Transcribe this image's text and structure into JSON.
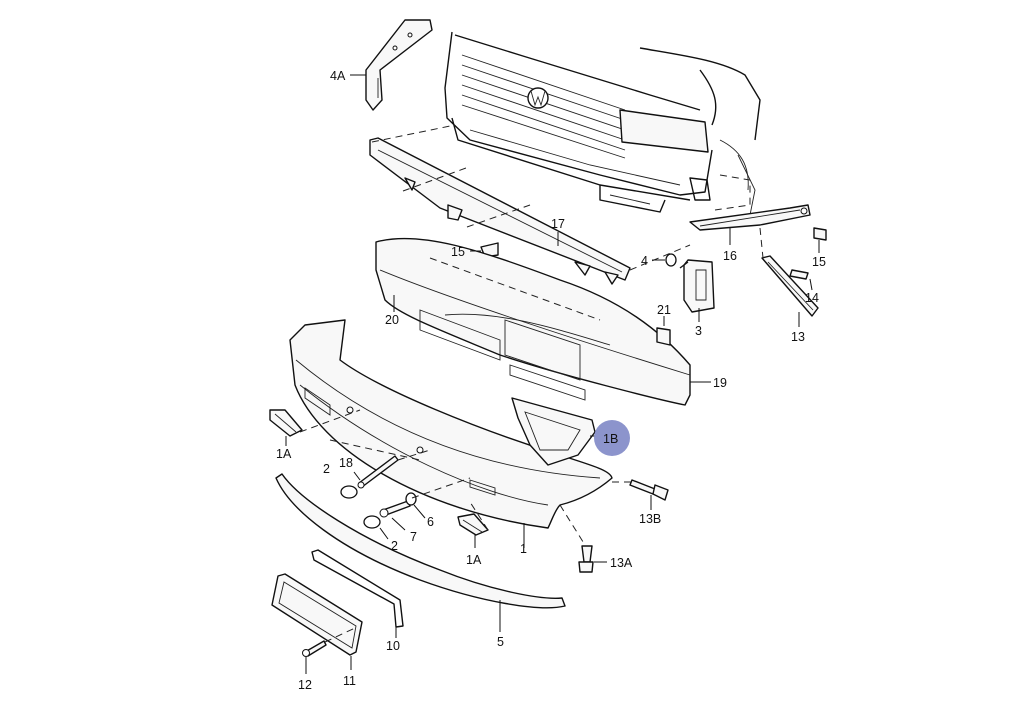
{
  "callouts": {
    "c4A": "4A",
    "c17": "17",
    "c15a": "15",
    "c4": "4",
    "c16": "16",
    "c15b": "15",
    "c14": "14",
    "c20": "20",
    "c21": "21",
    "c3": "3",
    "c13": "13",
    "c19": "19",
    "c1B": "1B",
    "c1Aa": "1A",
    "c18": "18",
    "c2a": "2",
    "c13B": "13B",
    "c6": "6",
    "c7": "7",
    "c2b": "2",
    "c1": "1",
    "c1Ab": "1A",
    "c13A": "13A",
    "c10": "10",
    "c5": "5",
    "c12": "12",
    "c11": "11"
  },
  "highlight": {
    "part": "1B",
    "color": "#8c94cc"
  }
}
